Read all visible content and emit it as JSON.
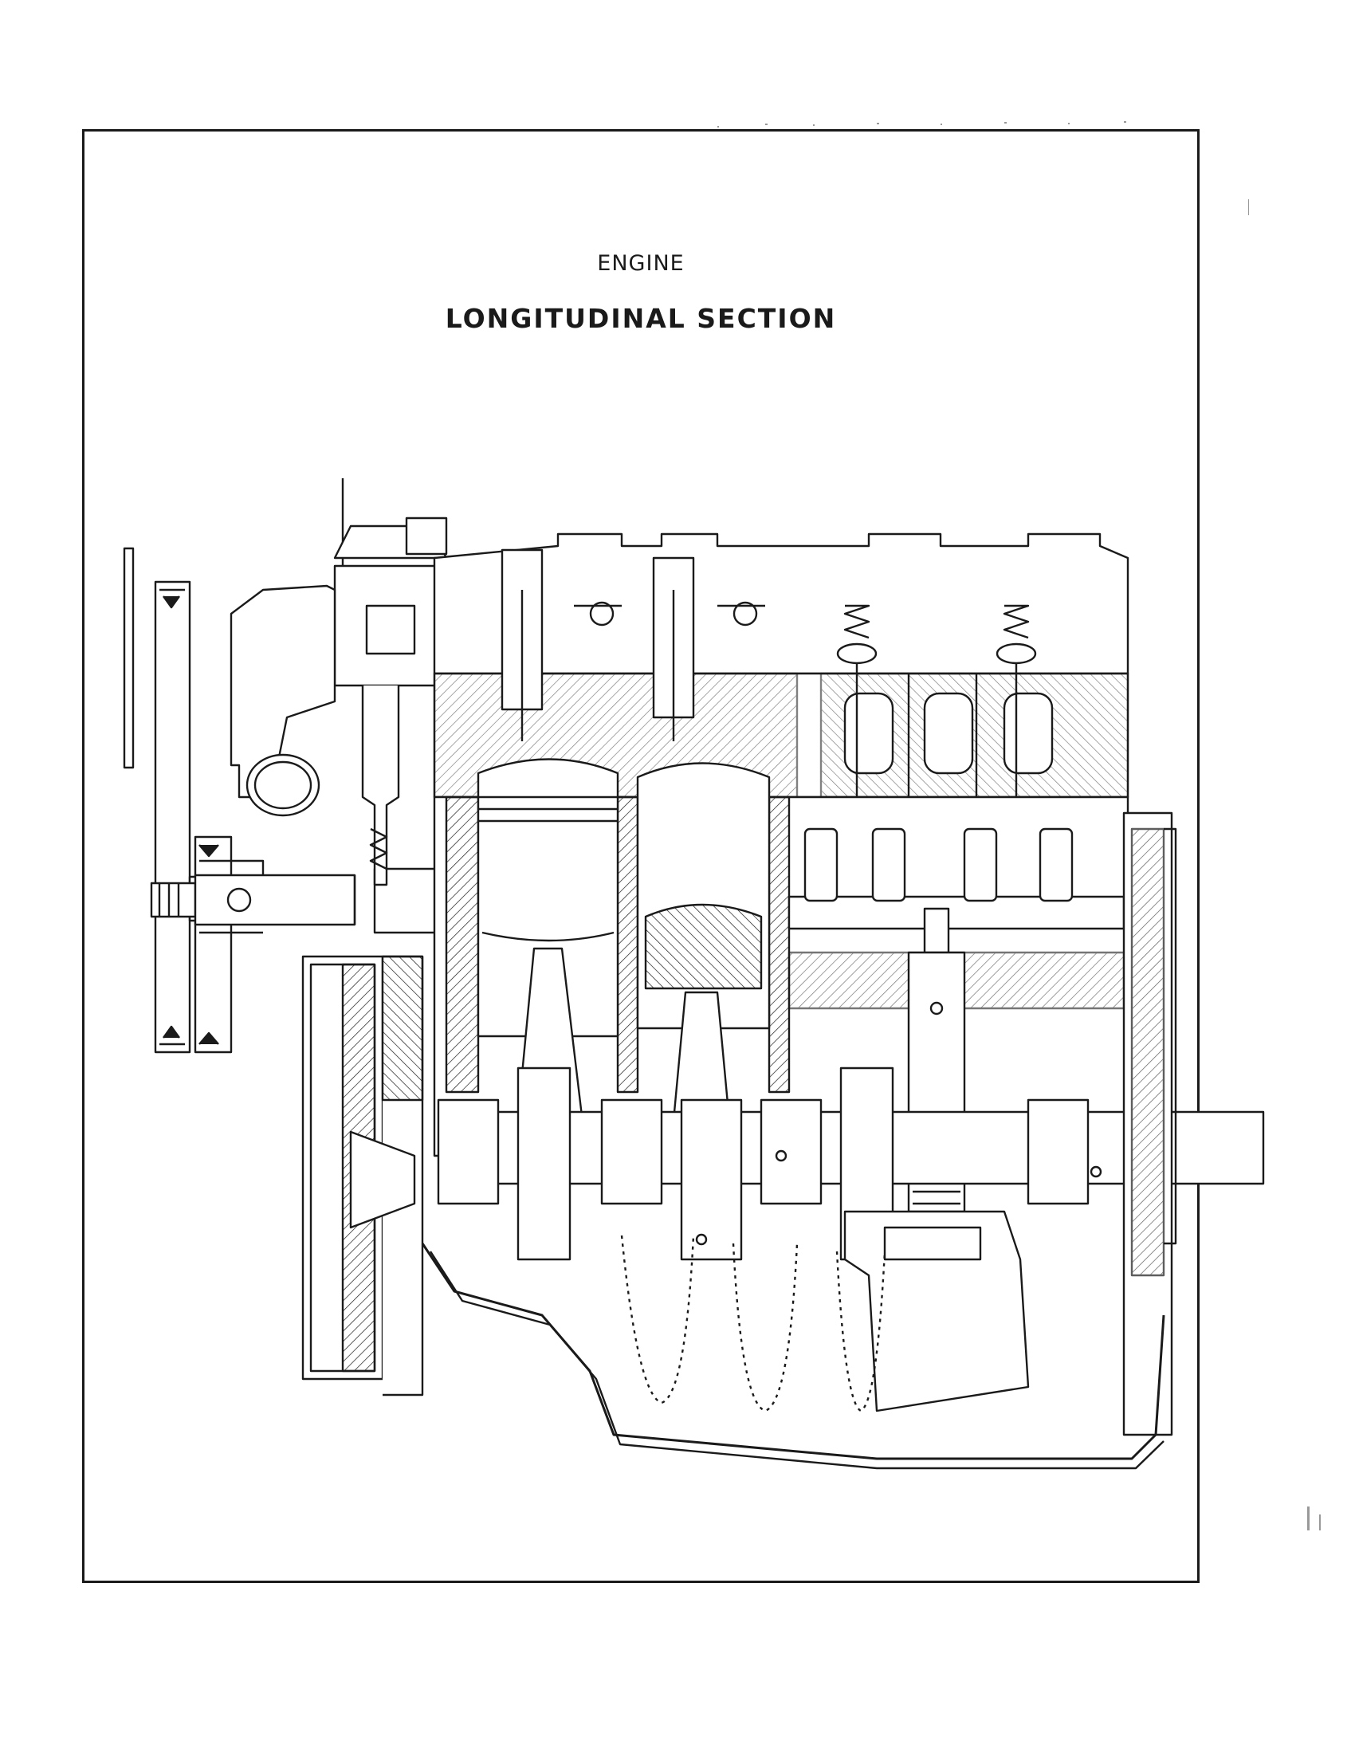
{
  "header": {
    "section": "ENGINE",
    "title": "LONGITUDINAL SECTION"
  },
  "colors": {
    "ink": "#1a1a1a",
    "paper": "#ffffff"
  },
  "icons": {
    "illustration": "engine-longitudinal-section-drawing"
  }
}
